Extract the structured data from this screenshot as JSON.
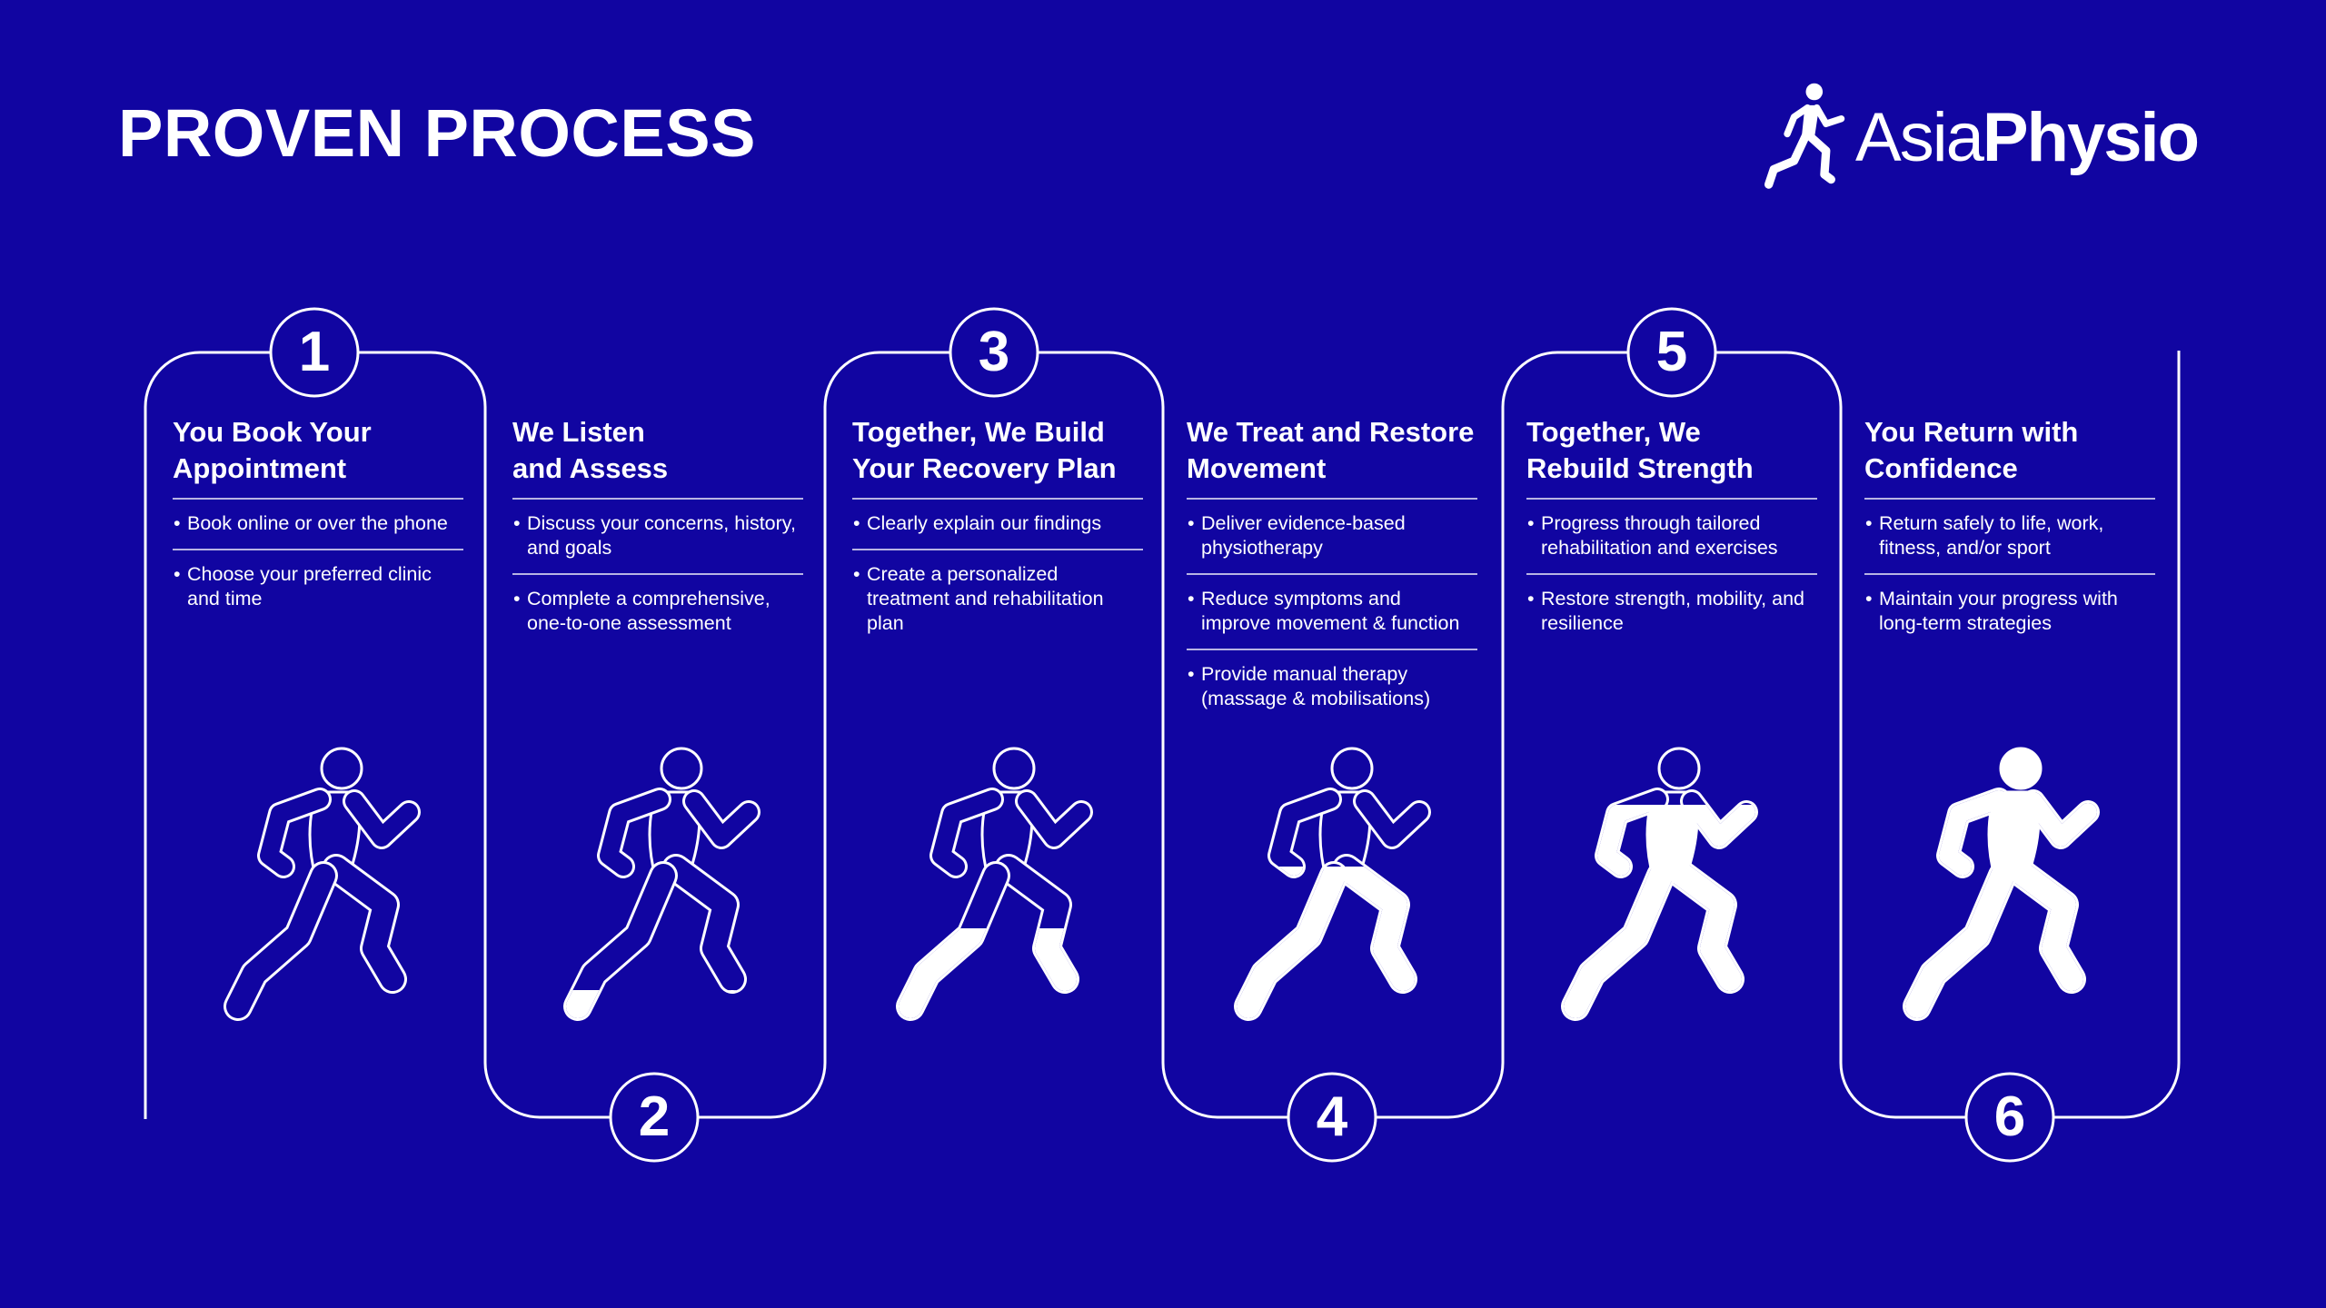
{
  "page": {
    "title": "PROVEN PROCESS"
  },
  "brand": {
    "name_part1": "Asia",
    "name_part2": "Physio",
    "icon": "running-man-icon"
  },
  "colors": {
    "background": "#1105a1",
    "foreground": "#ffffff"
  },
  "steps": [
    {
      "number": "1",
      "title": "You Book Your\nAppointment",
      "bullets": [
        "Book online or over the phone",
        "Choose your preferred clinic and time"
      ],
      "fill_level": 0
    },
    {
      "number": "2",
      "title": "We Listen\nand Assess",
      "bullets": [
        "Discuss your concerns, history, and goals",
        "Complete a comprehensive, one-to-one assessment"
      ],
      "fill_level": 0.2
    },
    {
      "number": "3",
      "title": "Together, We Build\nYour Recovery Plan",
      "bullets": [
        "Clearly explain our findings",
        "Create a personalized treatment and rehabilitation plan"
      ],
      "fill_level": 0.4
    },
    {
      "number": "4",
      "title": "We Treat and Restore\nMovement",
      "bullets": [
        "Deliver evidence-based physiotherapy",
        "Reduce symptoms and improve movement & function",
        "Provide manual therapy (massage & mobilisations)"
      ],
      "fill_level": 0.6
    },
    {
      "number": "5",
      "title": "Together, We\nRebuild Strength",
      "bullets": [
        "Progress through tailored rehabilitation and exercises",
        "Restore strength, mobility, and resilience"
      ],
      "fill_level": 0.8
    },
    {
      "number": "6",
      "title": "You Return with\nConfidence",
      "bullets": [
        "Return safely to life, work, fitness, and/or sport",
        "Maintain your progress with long-term strategies"
      ],
      "fill_level": 1
    }
  ]
}
